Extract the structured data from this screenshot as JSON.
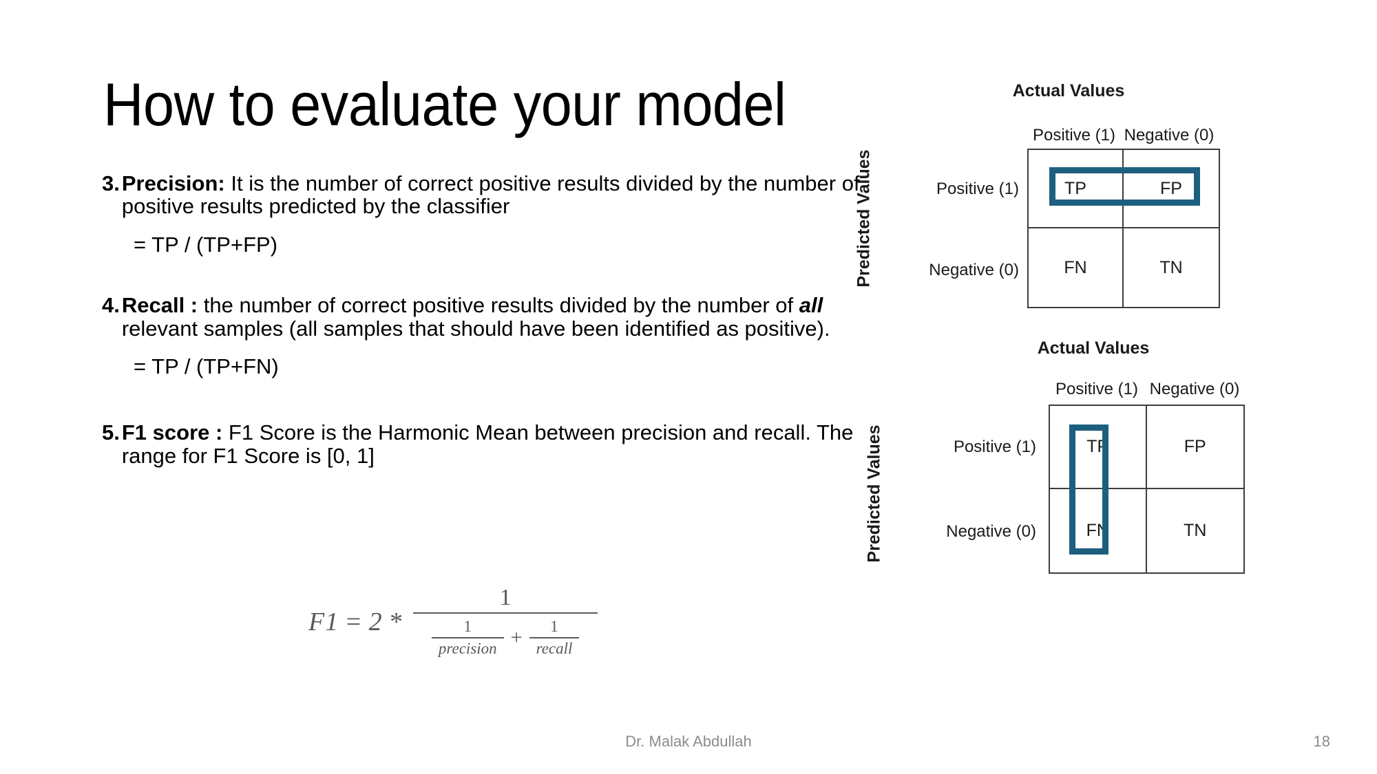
{
  "slide": {
    "title": "How to evaluate your model",
    "page_number": "18",
    "author": "Dr. Malak Abdullah",
    "accent_color": "#1d5f7f",
    "grid_color": "#3c3c3c",
    "footer_color": "#8c8c8c"
  },
  "bullets": [
    {
      "number": "3.",
      "label": "Precision:",
      "text": " It is the number of correct positive results divided by the number of positive results predicted by the classifier",
      "equation": "= TP / (TP+FP)"
    },
    {
      "number": "4.",
      "label": "Recall :",
      "text_a": " the number of correct positive results divided by the number of ",
      "emphasis": "all",
      "text_b": " relevant samples (all samples that should have been identified as positive).",
      "equation": "= TP / (TP+FN)"
    },
    {
      "number": "5.",
      "label": "F1 score :",
      "text": " F1 Score is the Harmonic Mean between precision and recall. The range for F1 Score is [0, 1]"
    }
  ],
  "f1_formula": {
    "lhs": "F1",
    "equals": "=",
    "two": "2",
    "times": "*",
    "numerator": "1",
    "sub_num_1": "1",
    "sub_den_1": "precision",
    "plus": "+",
    "sub_num_2": "1",
    "sub_den_2": "recall",
    "plain": "F1 = 2 * 1 / (1/precision + 1/recall)"
  },
  "matrices": [
    {
      "id": "precision-matrix",
      "top_title": "Actual Values",
      "y_axis_title": "Predicted Values",
      "col_headers": [
        "Positive (1)",
        "Negative (0)"
      ],
      "row_headers": [
        "Positive (1)",
        "Negative (0)"
      ],
      "cells": [
        [
          "TP",
          "FP"
        ],
        [
          "FN",
          "TN"
        ]
      ],
      "highlight": "row-positive",
      "highlight_cells": [
        "TP",
        "FP"
      ]
    },
    {
      "id": "recall-matrix",
      "top_title": "Actual Values",
      "y_axis_title": "Predicted Values",
      "col_headers": [
        "Positive (1)",
        "Negative (0)"
      ],
      "row_headers": [
        "Positive (1)",
        "Negative (0)"
      ],
      "cells": [
        [
          "TP",
          "FP"
        ],
        [
          "FN",
          "TN"
        ]
      ],
      "highlight": "column-positive",
      "highlight_cells": [
        "TP",
        "FN"
      ]
    }
  ]
}
